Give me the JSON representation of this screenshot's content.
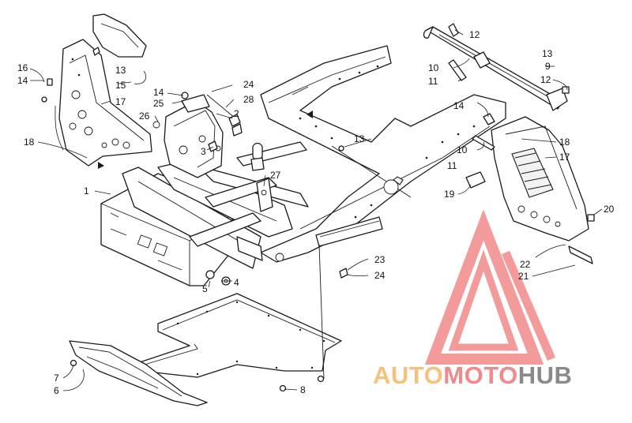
{
  "callouts": [
    {
      "id": "c1",
      "label": "1"
    },
    {
      "id": "c2",
      "label": "2"
    },
    {
      "id": "c3",
      "label": "3"
    },
    {
      "id": "c4",
      "label": "4"
    },
    {
      "id": "c5",
      "label": "5"
    },
    {
      "id": "c6",
      "label": "6"
    },
    {
      "id": "c7",
      "label": "7"
    },
    {
      "id": "c8",
      "label": "8"
    },
    {
      "id": "c9",
      "label": "9"
    },
    {
      "id": "c10a",
      "label": "10"
    },
    {
      "id": "c10b",
      "label": "10"
    },
    {
      "id": "c11a",
      "label": "11"
    },
    {
      "id": "c11b",
      "label": "11"
    },
    {
      "id": "c12a",
      "label": "12"
    },
    {
      "id": "c12b",
      "label": "12"
    },
    {
      "id": "c13a",
      "label": "13"
    },
    {
      "id": "c13b",
      "label": "13"
    },
    {
      "id": "c13c",
      "label": "13"
    },
    {
      "id": "c14a",
      "label": "14"
    },
    {
      "id": "c14b",
      "label": "14"
    },
    {
      "id": "c14c",
      "label": "14"
    },
    {
      "id": "c15",
      "label": "15"
    },
    {
      "id": "c16",
      "label": "16"
    },
    {
      "id": "c17a",
      "label": "17"
    },
    {
      "id": "c17b",
      "label": "17"
    },
    {
      "id": "c18a",
      "label": "18"
    },
    {
      "id": "c18b",
      "label": "18"
    },
    {
      "id": "c19",
      "label": "19"
    },
    {
      "id": "c20",
      "label": "20"
    },
    {
      "id": "c21",
      "label": "21"
    },
    {
      "id": "c22",
      "label": "22"
    },
    {
      "id": "c23",
      "label": "23"
    },
    {
      "id": "c24a",
      "label": "24"
    },
    {
      "id": "c24b",
      "label": "24"
    },
    {
      "id": "c25",
      "label": "25"
    },
    {
      "id": "c26",
      "label": "26"
    },
    {
      "id": "c27",
      "label": "27"
    },
    {
      "id": "c28",
      "label": "28"
    }
  ],
  "watermark": {
    "part1": "AUTO",
    "part2": "MOTO",
    "part3": "HUB",
    "colors": {
      "auto": "#f5c27a",
      "moto": "#f08a8a",
      "hub": "#8a8a8a",
      "triangle": "#f07a7a"
    }
  }
}
